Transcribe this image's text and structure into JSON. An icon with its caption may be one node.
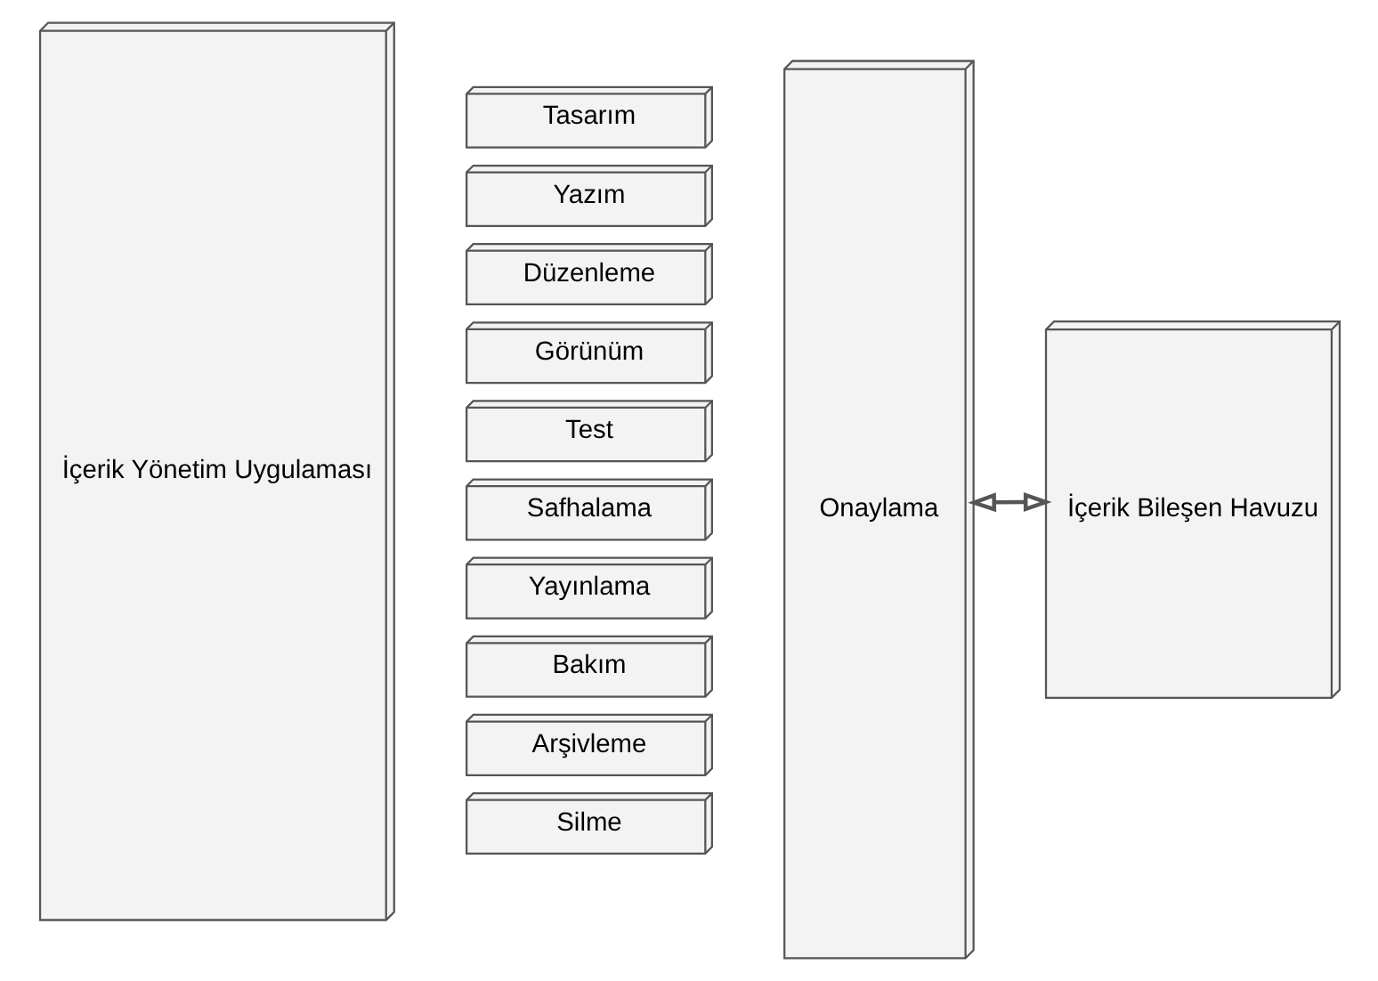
{
  "diagram": {
    "nodes": [
      {
        "text": [
          "İçerik Yönetim Uygulaması"
        ]
      },
      {
        "text": [
          "Tasarım"
        ]
      },
      {
        "text": [
          "Yazım"
        ]
      },
      {
        "text": [
          "Düzenleme"
        ]
      },
      {
        "text": [
          "Görünüm"
        ]
      },
      {
        "text": [
          "Test"
        ]
      },
      {
        "text": [
          "Safhalama"
        ]
      },
      {
        "text": [
          "Yayınlama"
        ]
      },
      {
        "text": [
          "Bakım"
        ]
      },
      {
        "text": [
          "Arşivleme"
        ]
      },
      {
        "text": [
          "Silme"
        ]
      },
      {
        "text": [
          "Onaylama"
        ]
      },
      {
        "text": [
          "İçerik Bileşen Havuzu"
        ]
      }
    ],
    "edges": [
      {
        "from": 11,
        "to": 12,
        "arrow": "both"
      }
    ]
  }
}
